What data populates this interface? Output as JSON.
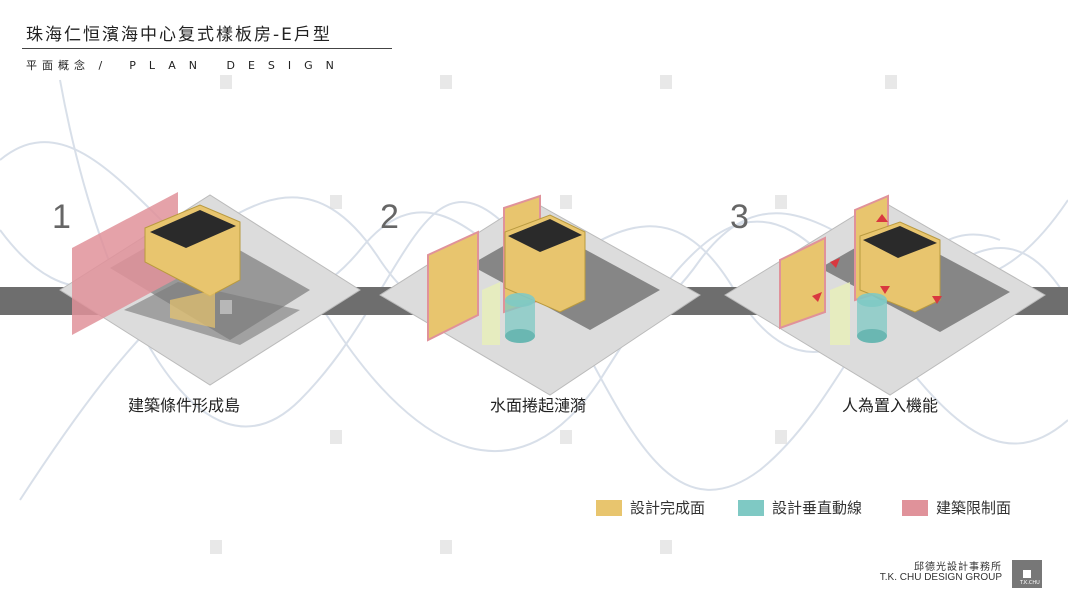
{
  "header": {
    "title": "珠海仁恒濱海中心复式樣板房-E戶型",
    "subtitle_cn": "平面概念 /",
    "subtitle_en": "PLAN DESIGN"
  },
  "steps": [
    {
      "number": "1",
      "caption": "建築條件形成島"
    },
    {
      "number": "2",
      "caption": "水面捲起漣漪"
    },
    {
      "number": "3",
      "caption": "人為置入機能"
    }
  ],
  "legend": [
    {
      "label": "設計完成面",
      "color": "#e8c56e"
    },
    {
      "label": "設計垂直動線",
      "color": "#7fc9c4"
    },
    {
      "label": "建築限制面",
      "color": "#e0929a"
    }
  ],
  "logo": {
    "name_cn": "邱德光設計事務所",
    "name_en": "T.K. CHU DESIGN GROUP",
    "mark_text": "T.K.CHU"
  }
}
